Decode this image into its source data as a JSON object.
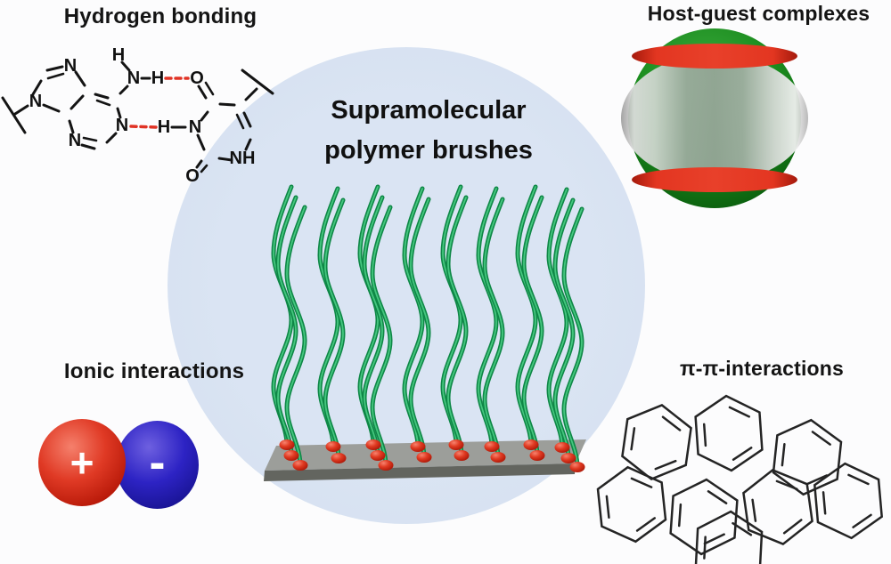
{
  "figure": {
    "center": {
      "title_line1": "Supramolecular",
      "title_line2": "polymer brushes"
    },
    "hydrogen_bonding": {
      "title": "Hydrogen bonding",
      "atoms": {
        "h_amino": "H",
        "n_amino": "N",
        "h_bond1": "H",
        "o_top": "O",
        "n7": "N",
        "n9": "N",
        "n1": "N",
        "n3_adenine": "N",
        "h_bond2": "H",
        "n3_thymine": "N",
        "nh": "NH",
        "o_bottom": "O"
      }
    },
    "host_guest": {
      "title": "Host-guest complexes"
    },
    "ionic": {
      "title": "Ionic interactions",
      "cation_sign": "+",
      "anion_sign": "-"
    },
    "pi_pi": {
      "title": "π-π-interactions"
    }
  },
  "colors": {
    "background": "#fcfcfd",
    "circle_fill": "#d8e2f1",
    "chain_green_dark": "#0e8746",
    "chain_green_light": "#45c77f",
    "anchor_red": "#d52a15",
    "substrate_top": "#9c9e9a",
    "substrate_side": "#63655f",
    "cation_red": "#d63a22",
    "anion_blue": "#2b22bd",
    "guest_green": "#1d8a1f",
    "band_red": "#d92b17",
    "hbond_dash_red": "#e03224",
    "text": "#141414"
  }
}
